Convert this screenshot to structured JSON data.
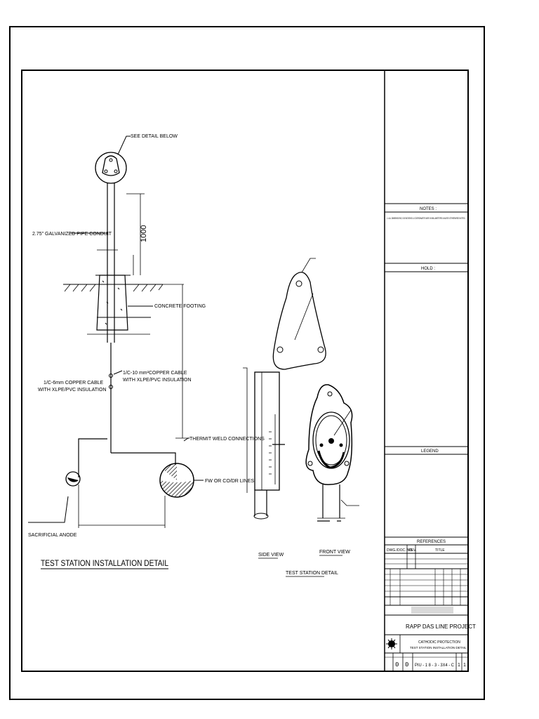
{
  "drawing": {
    "main_title": "TEST STATION INSTALLATION DETAIL",
    "labels": {
      "see_detail": "SEE DETAIL BELOW",
      "conduit": "2.75\" GALVANIZED PIPE CONDUIT",
      "dim_1000": "1000",
      "concrete": "CONCRETE FOOTING",
      "cable_10": "1/C-10 mm²COPPER CABLE",
      "cable_10_b": "WITH XLPE/PVC INSULATION",
      "cable_6": "1/C-6mm COPPER CABLE",
      "cable_6_b": "WITH XLPE/PVC INSULATION",
      "thermit": "THERMIT WELD CONNECTIONS",
      "fw_lines": "FW OR CO/DR LINES",
      "anode": "SACRIFICIAL ANODE",
      "side_view": "SIDE VIEW",
      "front_view": "FRONT VIEW",
      "ts_detail": "TEST STATION DETAIL"
    }
  },
  "title_block": {
    "notes_header": "NOTES :",
    "notes_body": "1. ALL DIMENSIONS, ELEVATIONS & COORDINATES ARE IN MILLIMETERS UNLESS OTHERWISE NOTED.",
    "hold_header": "HOLD :",
    "legend_header": "LEGEND",
    "references_header": "REFERENCES",
    "ref_col_dwg": "DWG./DOC. NO.",
    "ref_col_rev": "REV.",
    "ref_col_title": "TITLE",
    "project": "RAPP DAS LINE PROJECT",
    "sub_title_1": "CATHODIC PROTECTION",
    "sub_title_2": "TEST STATION INSTALLATION DETAIL",
    "rev_a": "0",
    "rev_b": "0",
    "dwg_number": "PIU - 1 8 - 3 - 3X4 - C",
    "sheet": "1",
    "sheet_of": "1"
  }
}
